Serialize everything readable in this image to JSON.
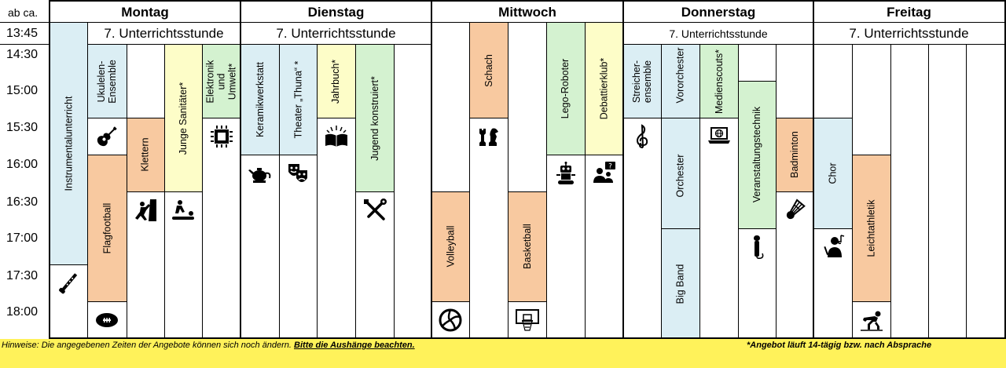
{
  "corner_label": "ab ca.",
  "days": [
    "Montag",
    "Dienstag",
    "Mittwoch",
    "Donnerstag",
    "Freitag"
  ],
  "times": [
    "13:45",
    "14:30",
    "15:00",
    "15:30",
    "16:00",
    "16:30",
    "17:00",
    "17:30",
    "18:00"
  ],
  "lesson7": "7. Unterrichtsstunde",
  "activities": {
    "instrumental": "Instrumentalunterricht",
    "ukulele": "Ukulelen-Ensemble",
    "flagfootball": "Flagfootball",
    "klettern": "Klettern",
    "sanitaeter": "Junge Sanitäter*",
    "elektronik": "Elektronik und Umwelt*",
    "keramik": "Keramikwerkstatt",
    "theater": "Theater „Thuna“ *",
    "jahrbuch": "Jahrbuch*",
    "jugend": "Jugend konstruiert*",
    "schach": "Schach",
    "lego": "Lego-Roboter",
    "debattier": "Debattierklub*",
    "volleyball": "Volleyball",
    "basketball": "Basketball",
    "streicher": "Streicher-ensemble",
    "vororchester": "Vororchester",
    "medienscouts": "Medienscouts*",
    "orchester": "Orchester",
    "bigband": "Big Band",
    "veranstaltung": "Veranstaltungstechnik",
    "badminton": "Badminton",
    "chor": "Chor",
    "leichtathletik": "Leichtathletik"
  },
  "footer": {
    "hint_prefix": "Hinweise: Die angegebenen Zeiten der Angebote können sich noch ändern. ",
    "hint_link": "Bitte die Aushänge beachten.",
    "right_note": "*Angebot läuft 14-tägig bzw. nach Absprache"
  },
  "colors": {
    "blue": "#dbeef4",
    "orange": "#f8c9a0",
    "yellow": "#fdfdc8",
    "green": "#d4f2d0",
    "footer": "#fff25a"
  },
  "icons": [
    "clarinet-icon",
    "guitar-icon",
    "football-icon",
    "climbing-icon",
    "first-aid-icon",
    "chip-icon",
    "teapot-icon",
    "theater-masks-icon",
    "book-icon",
    "tools-icon",
    "chess-icon",
    "volleyball-icon",
    "basketball-hoop-icon",
    "robot-icon",
    "debate-icon",
    "treble-clef-icon",
    "laptop-globe-icon",
    "microphone-icon",
    "shuttlecock-icon",
    "singer-icon",
    "runner-icon"
  ]
}
